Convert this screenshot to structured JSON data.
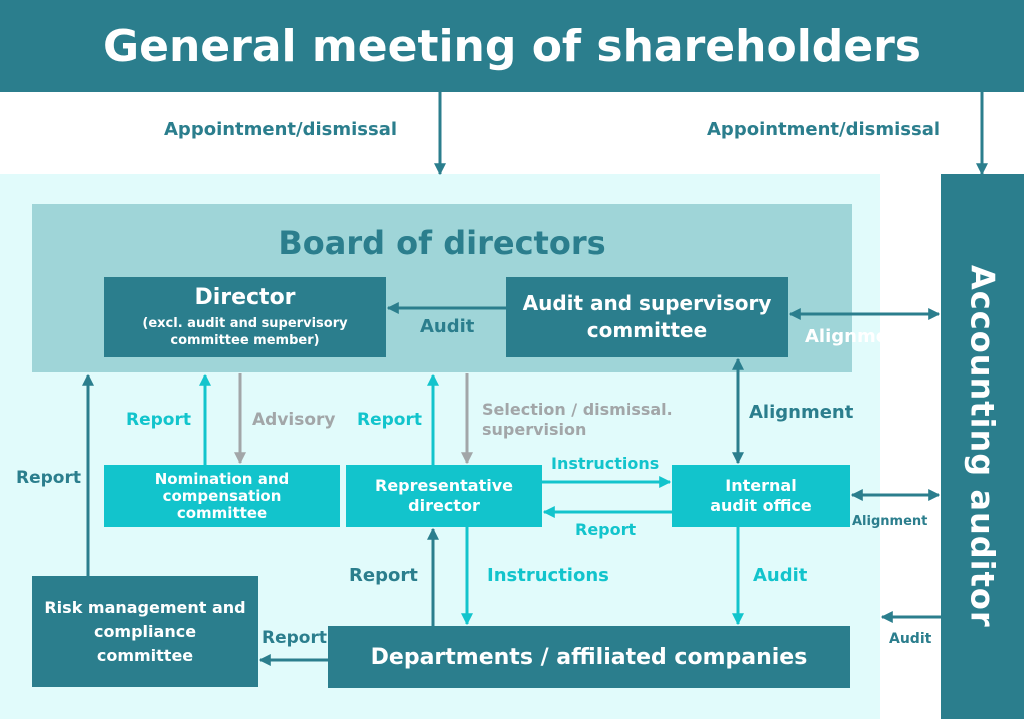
{
  "header": {
    "title": "General meeting of shareholders"
  },
  "board": {
    "title": "Board of directors"
  },
  "director": {
    "title": "Director",
    "note_line1": "(excl. audit and supervisory",
    "note_line2": "committee member)"
  },
  "audit_committee": {
    "line1": "Audit and supervisory",
    "line2": "committee"
  },
  "accounting_auditor": {
    "title": "Accounting auditor"
  },
  "nomination_committee": {
    "line1": "Nomination and",
    "line2": "compensation",
    "line3": "committee"
  },
  "representative_director": {
    "line1": "Representative",
    "line2": "director"
  },
  "internal_audit_office": {
    "line1": "Internal",
    "line2": "audit office"
  },
  "risk_committee": {
    "line1": "Risk management and",
    "line2": "compliance",
    "line3": "committee"
  },
  "departments": {
    "title": "Departments / affiliated companies"
  },
  "labels": {
    "appointment_left": "Appointment/dismissal",
    "appointment_right": "Appointment/dismissal",
    "audit_board": "Audit",
    "alignment_top": "Alignment",
    "report_nomination": "Report",
    "advisory": "Advisory",
    "report_rep_director": "Report",
    "selection_line1": "Selection / dismissal.",
    "selection_line2": "supervision",
    "alignment_mid": "Alignment",
    "report_risk": "Report",
    "instructions_top": "Instructions",
    "report_internal": "Report",
    "alignment_small": "Alignment",
    "report_departments": "Report",
    "instructions_bottom": "Instructions",
    "audit_departments": "Audit",
    "report_bottom": "Report",
    "audit_small": "Audit"
  },
  "colors": {
    "dark_teal": "#2b7e8d",
    "cyan": "#12c4cc",
    "board_area": "#9fd5d8",
    "light_area": "#e1fbfb",
    "grey": "#a2a6a8"
  }
}
